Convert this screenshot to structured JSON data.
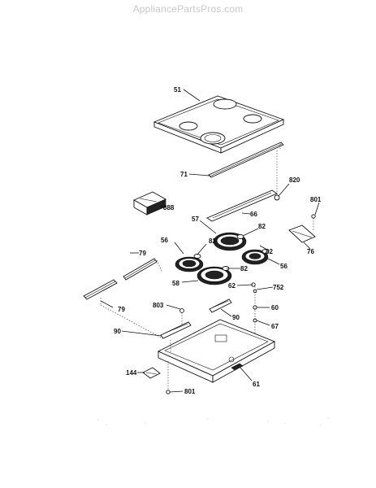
{
  "watermark": "AppliancePartsPros.com",
  "callouts": {
    "c51": "51",
    "c71": "71",
    "c820": "820",
    "c888": "888",
    "c66": "66",
    "c801_top": "801",
    "c57": "57",
    "c82_top": "82",
    "c76": "76",
    "c79_upper": "79",
    "c56_left": "56",
    "c82_mid": "82",
    "c82_right": "82",
    "c56_right": "56",
    "c82_low": "82",
    "c58": "58",
    "c62": "62",
    "c752": "752",
    "c79_lower": "79",
    "c803": "803",
    "c60": "60",
    "c90_right": "90",
    "c67": "67",
    "c90_left": "90",
    "c61": "61",
    "c144": "144",
    "c801_bottom": "801"
  }
}
